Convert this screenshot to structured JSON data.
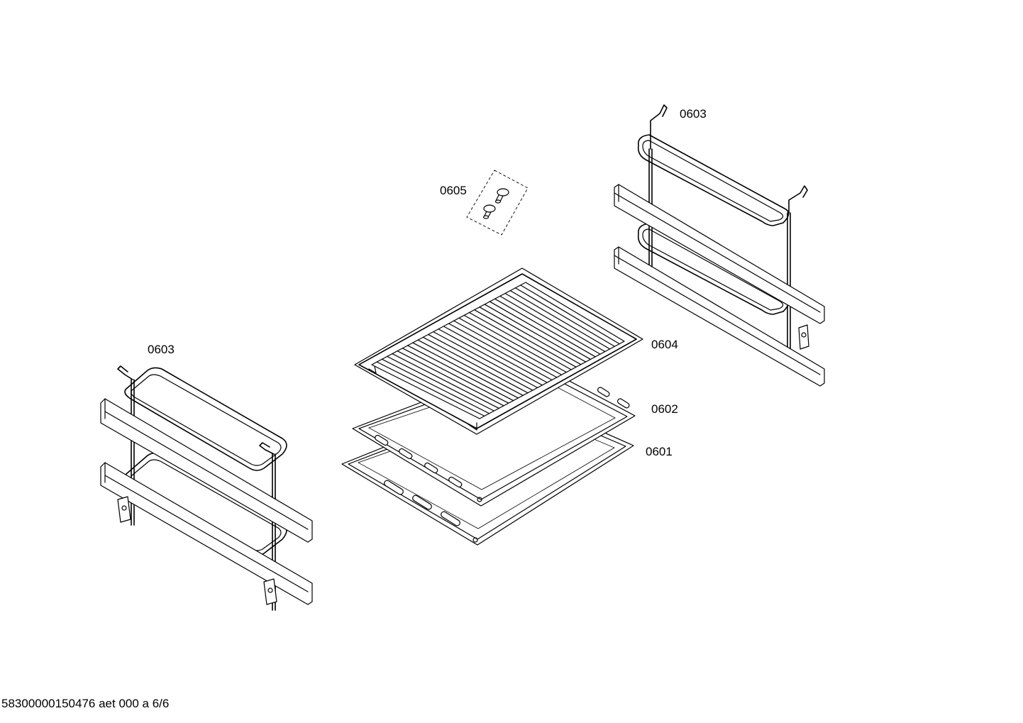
{
  "parts": {
    "label_0601": "0601",
    "label_0602": "0602",
    "label_0603_left": "0603",
    "label_0603_right": "0603",
    "label_0604": "0604",
    "label_0605": "0605"
  },
  "footer": {
    "document_id": "58300000150476 aet 000 a 6/6"
  }
}
